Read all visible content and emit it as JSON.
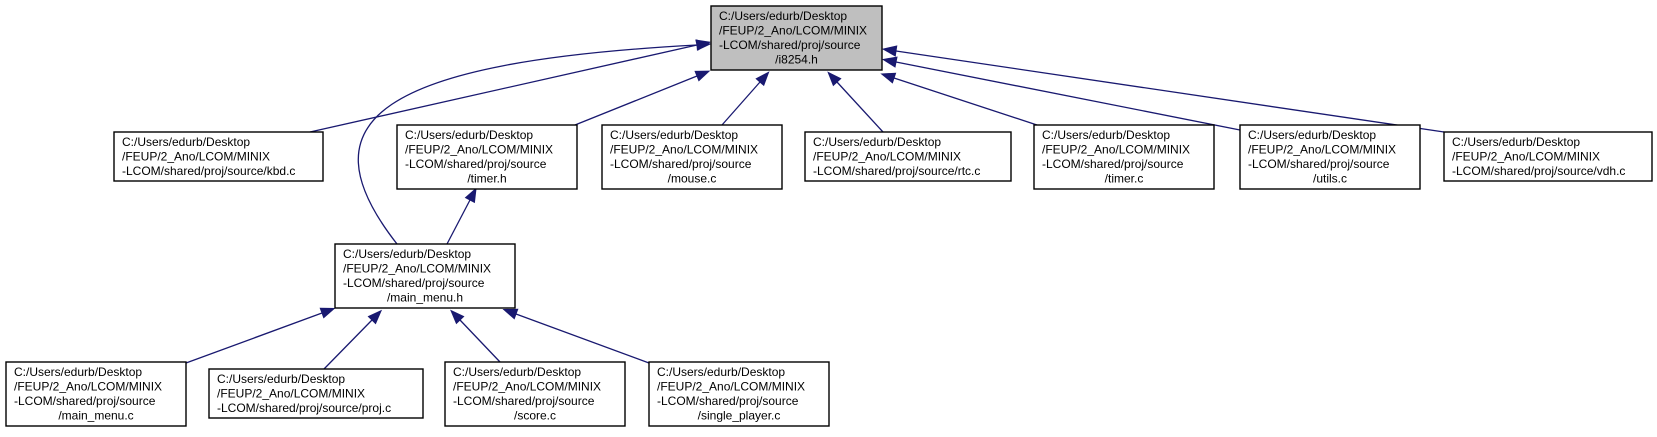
{
  "diagram": {
    "type": "include-dependency-graph",
    "colors": {
      "edge": "#191970",
      "root_fill": "#bfbfbf",
      "node_fill": "#ffffff",
      "node_border": "#000000"
    },
    "nodes": [
      {
        "id": "i8254_h",
        "root": true,
        "lines": [
          "C:/Users/edurb/Desktop",
          "/FEUP/2_Ano/LCOM/MINIX",
          "-LCOM/shared/proj/source",
          "/i8254.h"
        ]
      },
      {
        "id": "kbd_c",
        "lines": [
          "C:/Users/edurb/Desktop",
          "/FEUP/2_Ano/LCOM/MINIX",
          "-LCOM/shared/proj/source/kbd.c"
        ]
      },
      {
        "id": "timer_h",
        "lines": [
          "C:/Users/edurb/Desktop",
          "/FEUP/2_Ano/LCOM/MINIX",
          "-LCOM/shared/proj/source",
          "/timer.h"
        ]
      },
      {
        "id": "mouse_c",
        "lines": [
          "C:/Users/edurb/Desktop",
          "/FEUP/2_Ano/LCOM/MINIX",
          "-LCOM/shared/proj/source",
          "/mouse.c"
        ]
      },
      {
        "id": "rtc_c",
        "lines": [
          "C:/Users/edurb/Desktop",
          "/FEUP/2_Ano/LCOM/MINIX",
          "-LCOM/shared/proj/source/rtc.c"
        ]
      },
      {
        "id": "timer_c",
        "lines": [
          "C:/Users/edurb/Desktop",
          "/FEUP/2_Ano/LCOM/MINIX",
          "-LCOM/shared/proj/source",
          "/timer.c"
        ]
      },
      {
        "id": "utils_c",
        "lines": [
          "C:/Users/edurb/Desktop",
          "/FEUP/2_Ano/LCOM/MINIX",
          "-LCOM/shared/proj/source",
          "/utils.c"
        ]
      },
      {
        "id": "vdh_c",
        "lines": [
          "C:/Users/edurb/Desktop",
          "/FEUP/2_Ano/LCOM/MINIX",
          "-LCOM/shared/proj/source/vdh.c"
        ]
      },
      {
        "id": "main_menu_h",
        "lines": [
          "C:/Users/edurb/Desktop",
          "/FEUP/2_Ano/LCOM/MINIX",
          "-LCOM/shared/proj/source",
          "/main_menu.h"
        ]
      },
      {
        "id": "main_menu_c",
        "lines": [
          "C:/Users/edurb/Desktop",
          "/FEUP/2_Ano/LCOM/MINIX",
          "-LCOM/shared/proj/source",
          "/main_menu.c"
        ]
      },
      {
        "id": "proj_c",
        "lines": [
          "C:/Users/edurb/Desktop",
          "/FEUP/2_Ano/LCOM/MINIX",
          "-LCOM/shared/proj/source/proj.c"
        ]
      },
      {
        "id": "score_c",
        "lines": [
          "C:/Users/edurb/Desktop",
          "/FEUP/2_Ano/LCOM/MINIX",
          "-LCOM/shared/proj/source",
          "/score.c"
        ]
      },
      {
        "id": "single_player_c",
        "lines": [
          "C:/Users/edurb/Desktop",
          "/FEUP/2_Ano/LCOM/MINIX",
          "-LCOM/shared/proj/source",
          "/single_player.c"
        ]
      }
    ],
    "edges": [
      {
        "from": "kbd_c",
        "to": "i8254_h"
      },
      {
        "from": "timer_h",
        "to": "i8254_h"
      },
      {
        "from": "mouse_c",
        "to": "i8254_h"
      },
      {
        "from": "rtc_c",
        "to": "i8254_h"
      },
      {
        "from": "timer_c",
        "to": "i8254_h"
      },
      {
        "from": "utils_c",
        "to": "i8254_h"
      },
      {
        "from": "vdh_c",
        "to": "i8254_h"
      },
      {
        "from": "main_menu_h",
        "to": "i8254_h"
      },
      {
        "from": "main_menu_h",
        "to": "timer_h"
      },
      {
        "from": "main_menu_c",
        "to": "main_menu_h"
      },
      {
        "from": "proj_c",
        "to": "main_menu_h"
      },
      {
        "from": "score_c",
        "to": "main_menu_h"
      },
      {
        "from": "single_player_c",
        "to": "main_menu_h"
      }
    ]
  }
}
